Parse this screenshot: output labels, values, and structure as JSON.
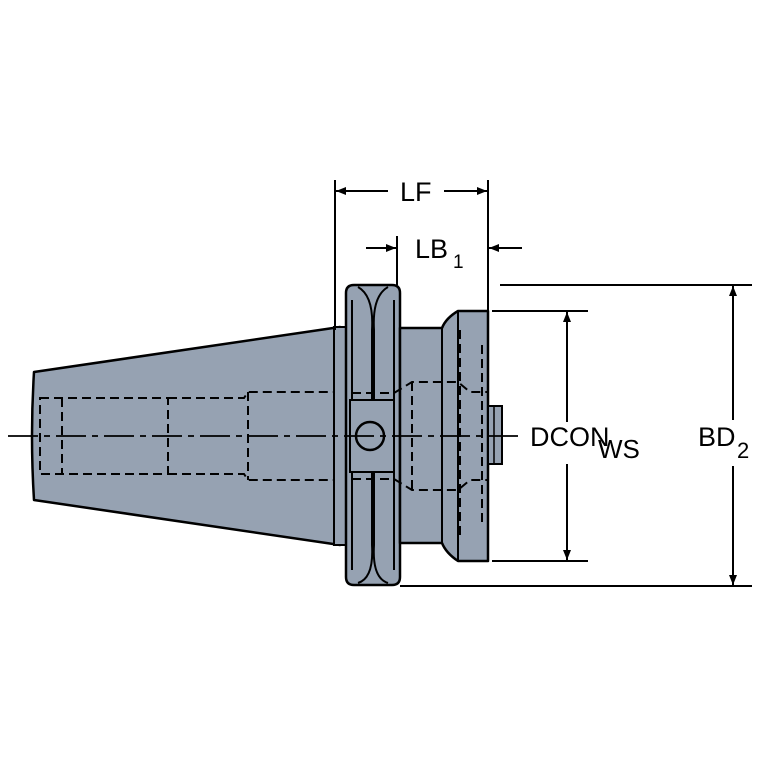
{
  "dimensions": {
    "lf": {
      "label": "LF"
    },
    "lb1": {
      "label": "LB",
      "sub": "1"
    },
    "dcon_ws": {
      "label": "DCON",
      "sub": "WS"
    },
    "bd2": {
      "label": "BD",
      "sub": "2"
    }
  },
  "colors": {
    "body_fill": "#96a2b2",
    "outline": "#000000",
    "background": "#ffffff"
  }
}
